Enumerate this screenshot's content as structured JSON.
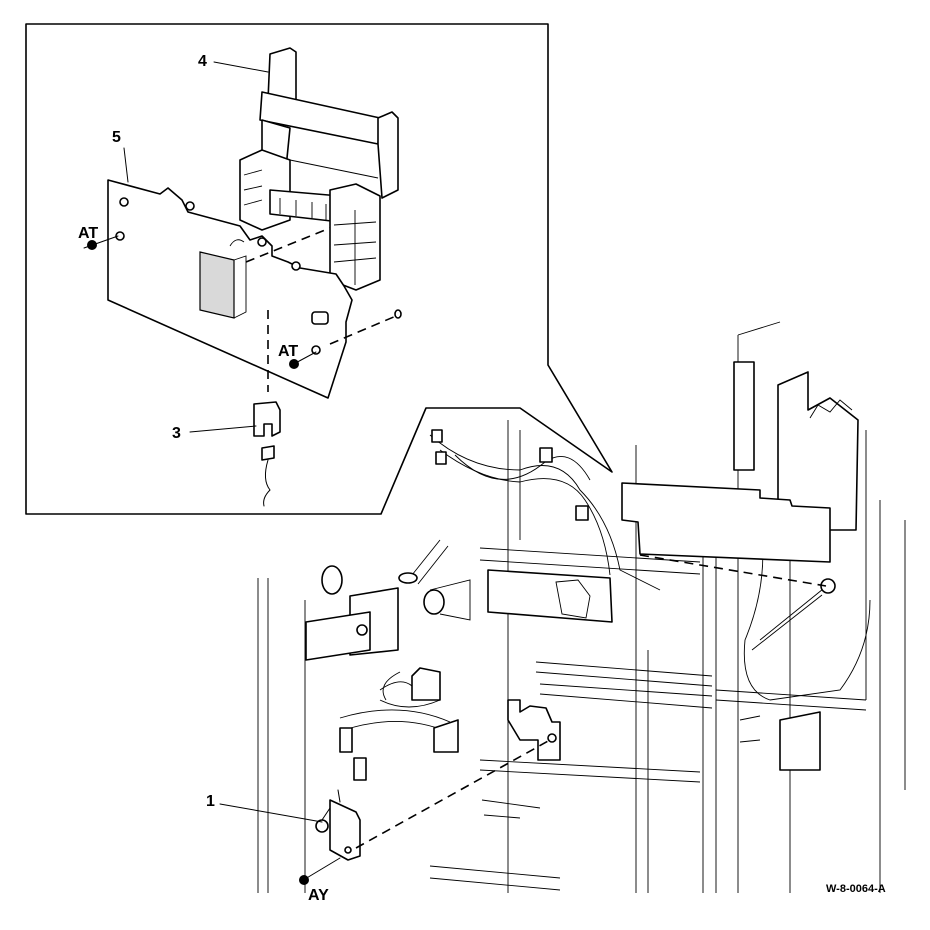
{
  "diagram": {
    "callouts": {
      "part_1": "1",
      "part_3": "3",
      "part_4": "4",
      "part_5": "5",
      "fastener_at_left": "AT",
      "fastener_at_right": "AT",
      "fastener_ay": "AY"
    },
    "figure_id": "W-8-0064-A"
  }
}
